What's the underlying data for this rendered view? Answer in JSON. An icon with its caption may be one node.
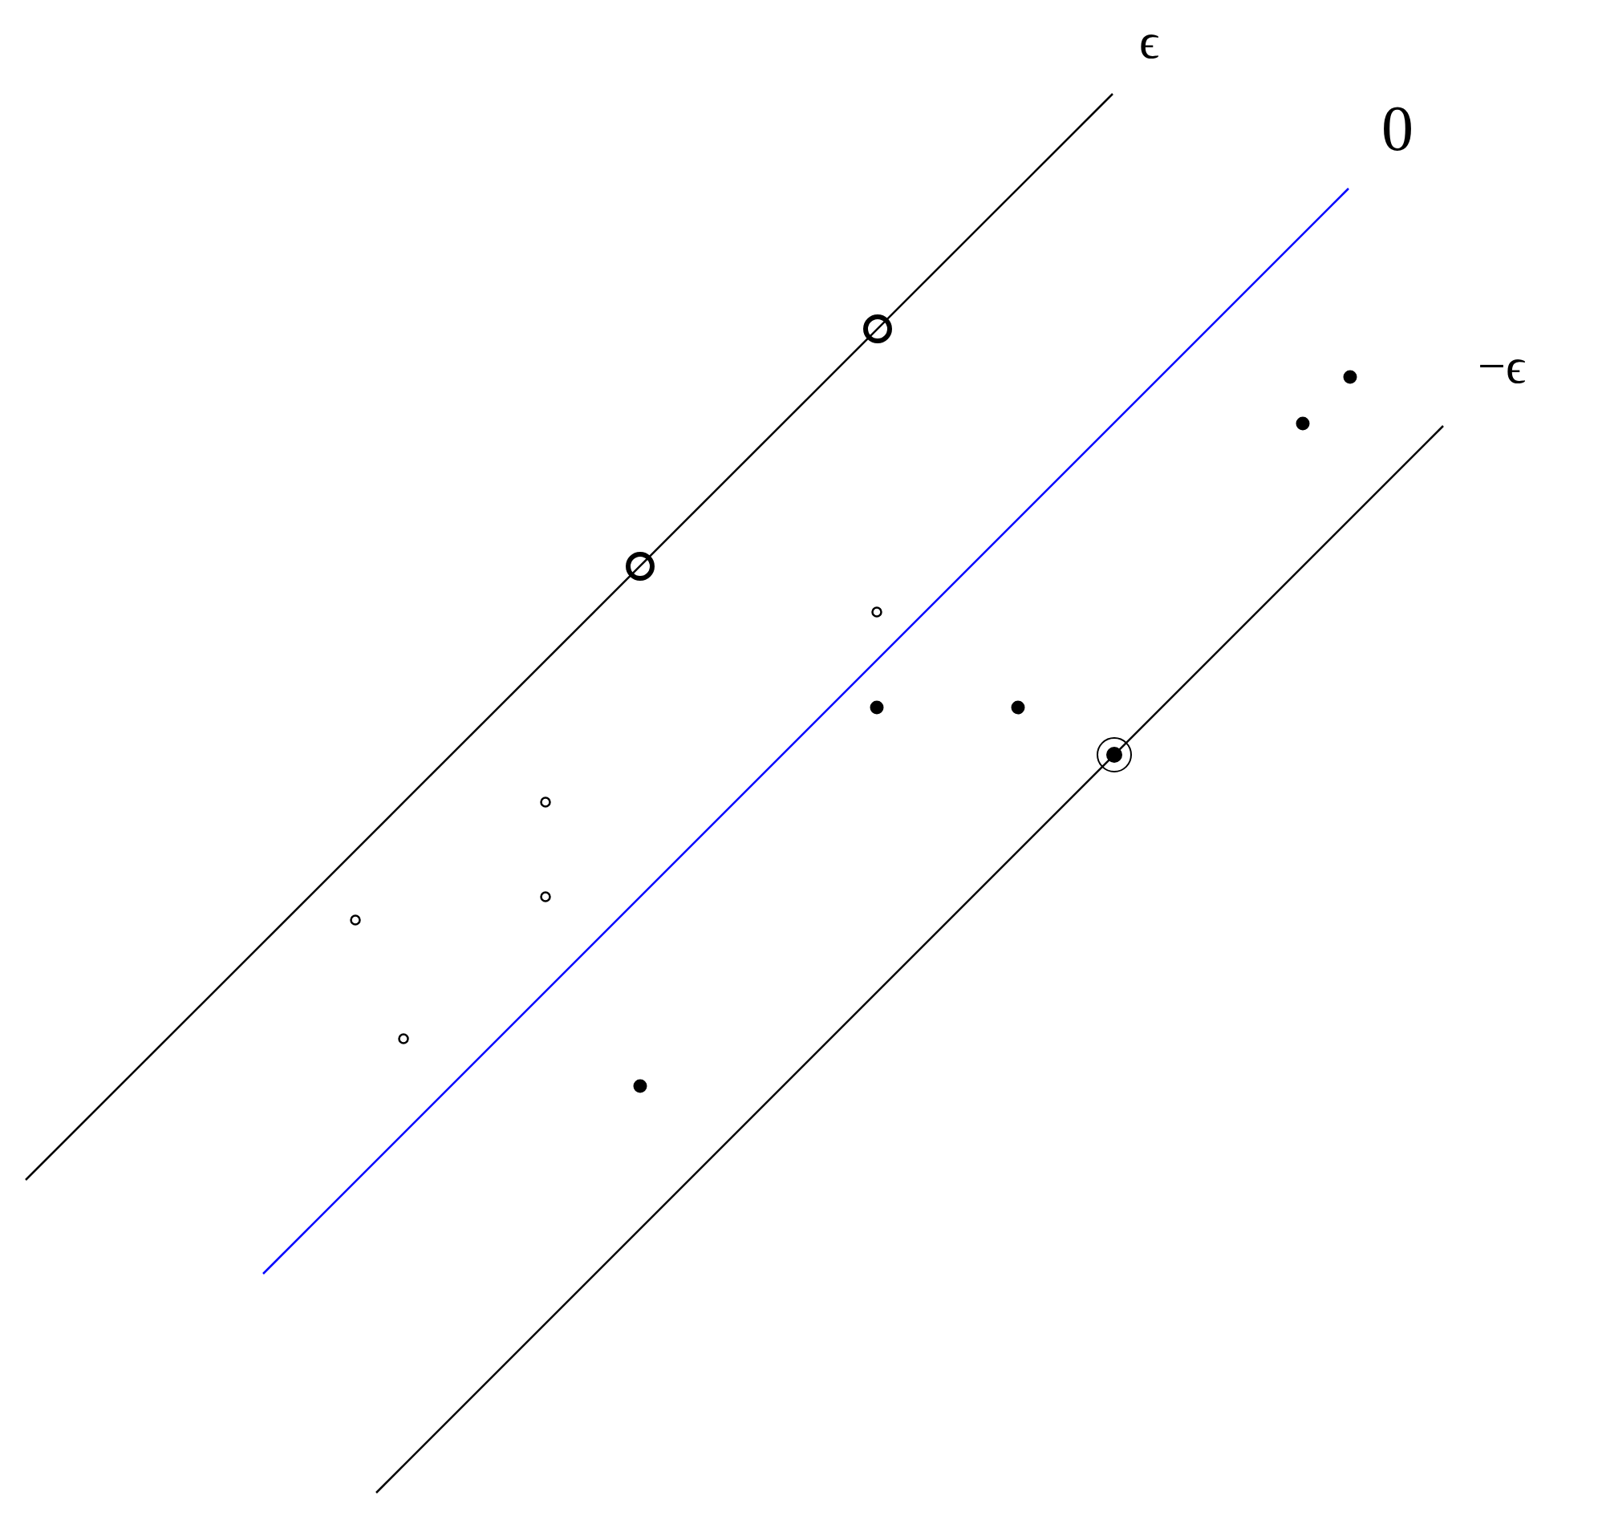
{
  "diagram": {
    "labels": [
      "ϵ",
      "0",
      "−ϵ"
    ]
  }
}
